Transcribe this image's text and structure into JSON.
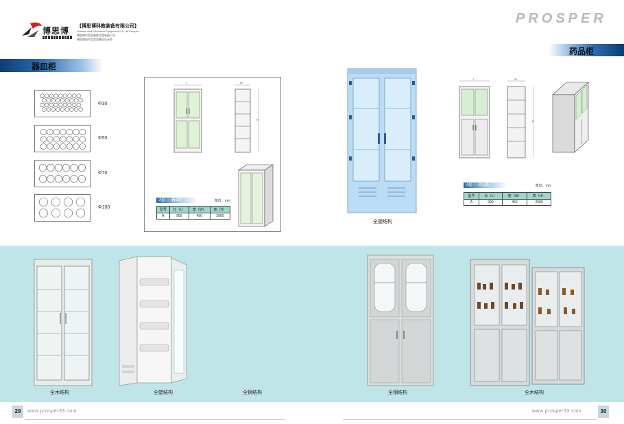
{
  "brand": {
    "logo_text": "博思博",
    "company_name": "【博思博科教装备有限公司】",
    "company_en": "Science and Education Equipment Co.,Ltd.Prosper",
    "company_line2": "博思博实验室装饰工程有限公司",
    "company_line3": "博思博现代实验室建设设计院",
    "prosper": "PROSPER"
  },
  "left_section": {
    "title": "器皿柜",
    "plates": [
      {
        "label": "Φ30"
      },
      {
        "label": "Φ50"
      },
      {
        "label": "Φ70"
      },
      {
        "label": "Φ100"
      }
    ],
    "dims": {
      "L": "L",
      "W": "W",
      "H": "H"
    },
    "spec": {
      "title": "A型——器皿柜",
      "unit": "单位：mm",
      "headers": [
        "型号",
        "长（L）",
        "宽（W）",
        "高（H）"
      ],
      "row": [
        "A",
        "900",
        "450",
        "2000"
      ]
    }
  },
  "right_section": {
    "title": "药品柜",
    "photo_caption": "全塑结构",
    "dims": {
      "L": "L",
      "W": "W",
      "H": "H"
    },
    "spec": {
      "title": "A型——药品柜",
      "unit": "单位：mm",
      "headers": [
        "型号",
        "长（L）",
        "宽（W）",
        "高（H）"
      ],
      "row": [
        "A",
        "900",
        "450",
        "2000"
      ]
    }
  },
  "band_labels": [
    "全木结构",
    "全塑结构",
    "全钢结构",
    "全钢结构",
    "全木结构"
  ],
  "footer": {
    "left_page": "29",
    "right_page": "30",
    "url": "www.prosper33.com"
  },
  "colors": {
    "banner_dark": "#0c3c74",
    "banner_light": "#9dc3e8",
    "band": "#bfe5e8",
    "table_header": "#9fd4cf",
    "pp_cabinet": "#bcdcf5"
  }
}
